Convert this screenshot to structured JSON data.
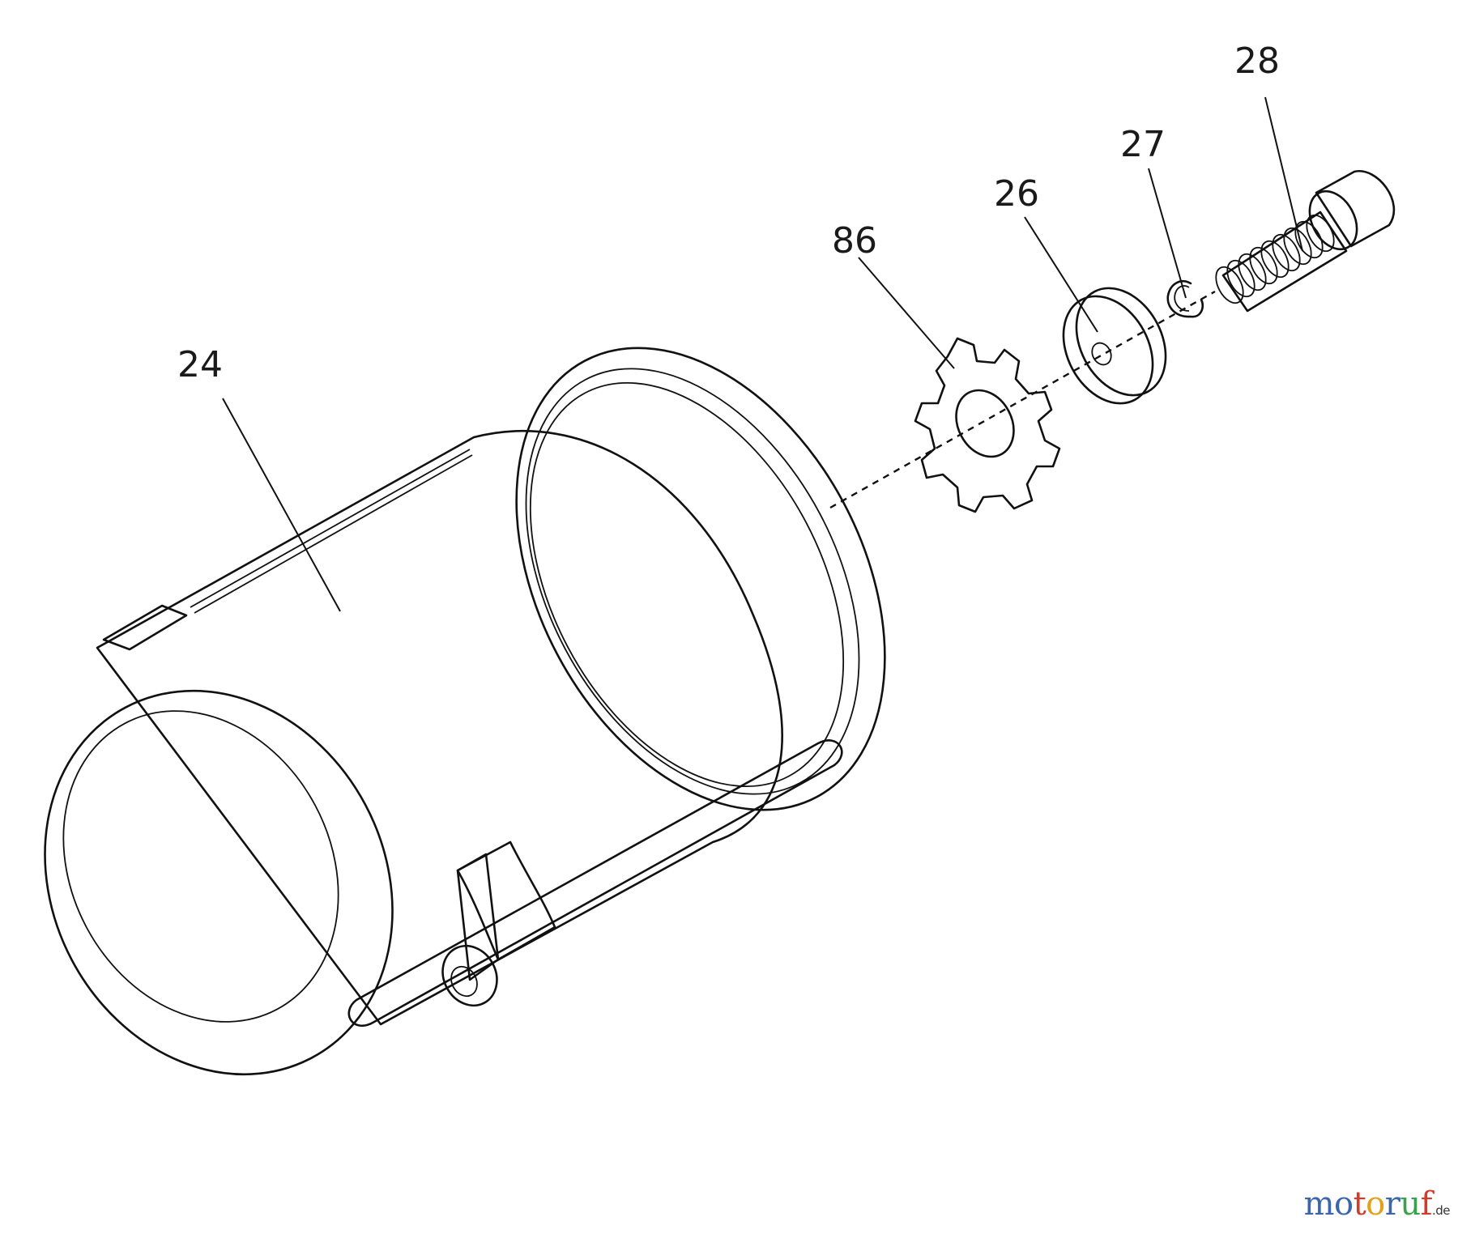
{
  "callouts": {
    "p24": "24",
    "p86": "86",
    "p26": "26",
    "p27": "27",
    "p28": "28"
  },
  "watermark": {
    "letters": [
      "m",
      "o",
      "t",
      "o",
      "r",
      "u",
      "f"
    ],
    "tld": ".de",
    "colors": [
      "#3b66ad",
      "#3b66ad",
      "#d43a2a",
      "#e2a11b",
      "#3b66ad",
      "#3aa24a",
      "#d43a2a"
    ]
  }
}
